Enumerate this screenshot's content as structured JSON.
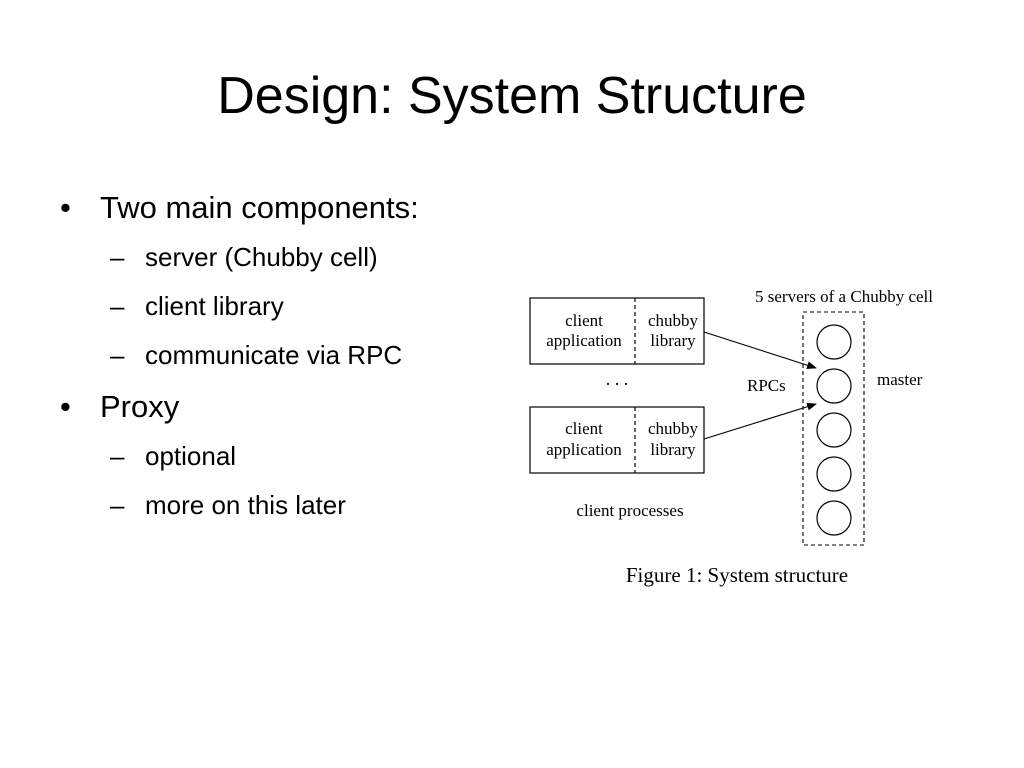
{
  "slide": {
    "title": "Design: System Structure"
  },
  "bullets": {
    "bullet_marker": "•",
    "dash_marker": "–",
    "items": [
      {
        "text": "Two main components:",
        "subitems": [
          "server (Chubby cell)",
          "client library",
          "communicate via RPC"
        ]
      },
      {
        "text": "Proxy",
        "subitems": [
          "optional",
          "more on this later"
        ]
      }
    ]
  },
  "figure": {
    "cell_label": "5 servers of a Chubby cell",
    "client_application_line1": "client",
    "client_application_line2": "application",
    "chubby_library_line1": "chubby",
    "chubby_library_line2": "library",
    "ellipsis": ". . .",
    "rpcs_label": "RPCs",
    "master_label": "master",
    "client_processes_label": "client processes",
    "caption": "Figure 1: System structure",
    "server_count": 5
  }
}
